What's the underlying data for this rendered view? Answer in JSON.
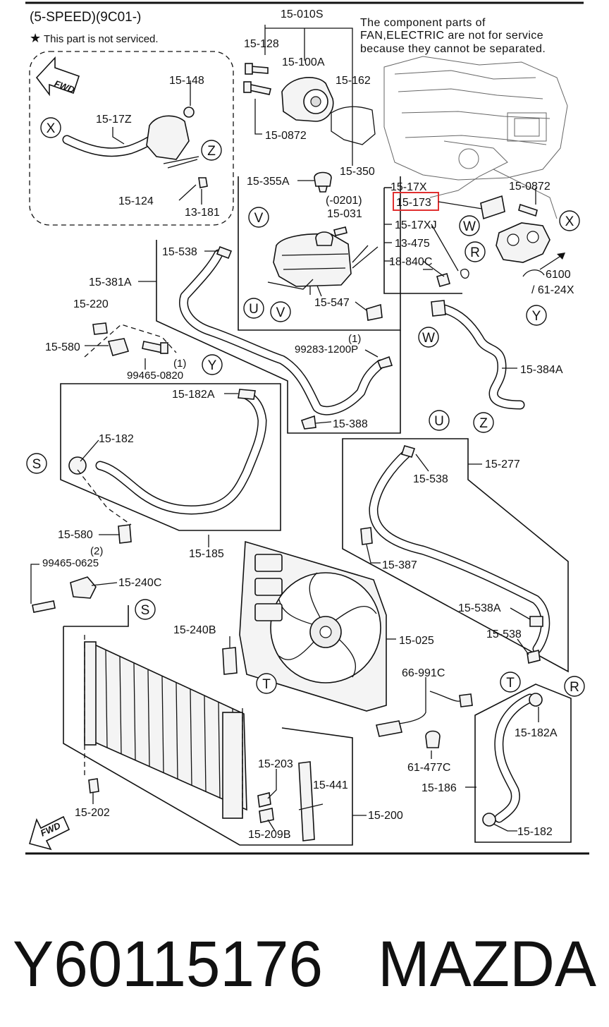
{
  "header": {
    "title": "(5-SPEED)(9C01-)",
    "legend_text": "This part is not serviced.",
    "legend_symbol": "★",
    "note_lines": [
      "The component parts of",
      "FAN,ELECTRIC are not for service",
      "because they cannot be separated."
    ]
  },
  "labels": {
    "l_15_010S": "15-010S",
    "l_15_128": "15-128",
    "l_15_100A": "15-100A",
    "l_15_162": "15-162",
    "l_15_0872a": "15-0872",
    "l_15_148": "15-148",
    "l_15_17Z": "15-17Z",
    "l_15_124": "15-124",
    "l_13_181": "13-181",
    "l_15_355A": "15-355A",
    "l_15_350": "15-350",
    "l_0201": "(-0201)",
    "l_15_031": "15-031",
    "l_15_17X": "15-17X",
    "l_15_173": "15-173",
    "l_15_0872b": "15-0872",
    "l_15_17XJ": "15-17XJ",
    "l_13_475": "13-475",
    "l_18_840C": "18-840C",
    "l_6100": "6100",
    "l_61_24X": "/ 61-24X",
    "l_15_538a": "15-538",
    "l_15_381A": "15-381A",
    "l_15_220": "15-220",
    "l_15_580a": "15-580",
    "l_1a": "(1)",
    "l_99465_0820": "99465-0820",
    "l_15_547": "15-547",
    "l_1b": "(1)",
    "l_99283": "99283-1200P",
    "l_15_384A": "15-384A",
    "l_15_182A_a": "15-182A",
    "l_15_388": "15-388",
    "l_15_182a": "15-182",
    "l_15_580b": "15-580",
    "l_15_185": "15-185",
    "l_2": "(2)",
    "l_99465_0625": "99465-0625",
    "l_15_240C": "15-240C",
    "l_15_538b": "15-538",
    "l_15_277": "15-277",
    "l_15_387": "15-387",
    "l_15_538A": "15-538A",
    "l_15_538c": "15-538",
    "l_15_240B": "15-240B",
    "l_15_025": "15-025",
    "l_66_991C": "66-991C",
    "l_61_477C": "61-477C",
    "l_15_182A_b": "15-182A",
    "l_15_186": "15-186",
    "l_15_182b": "15-182",
    "l_15_203": "15-203",
    "l_15_441": "15-441",
    "l_15_209B": "15-209B",
    "l_15_200": "15-200",
    "l_15_202": "15-202"
  },
  "callouts": {
    "X1": "X",
    "Z1": "Z",
    "V1": "V",
    "W1": "W",
    "X2": "X",
    "R1": "R",
    "U1": "U",
    "V2": "V",
    "W2": "W",
    "Y1": "Y",
    "Y2": "Y",
    "Z2": "Z",
    "S1": "S",
    "U2": "U",
    "S2": "S",
    "T1": "T",
    "T2": "T",
    "R2": "R"
  },
  "fwd_text": "FWD",
  "highlight": {
    "part": "15-173",
    "color": "#e03030"
  },
  "footer": {
    "part_number": "Y60115176",
    "brand": "MAZDA"
  }
}
